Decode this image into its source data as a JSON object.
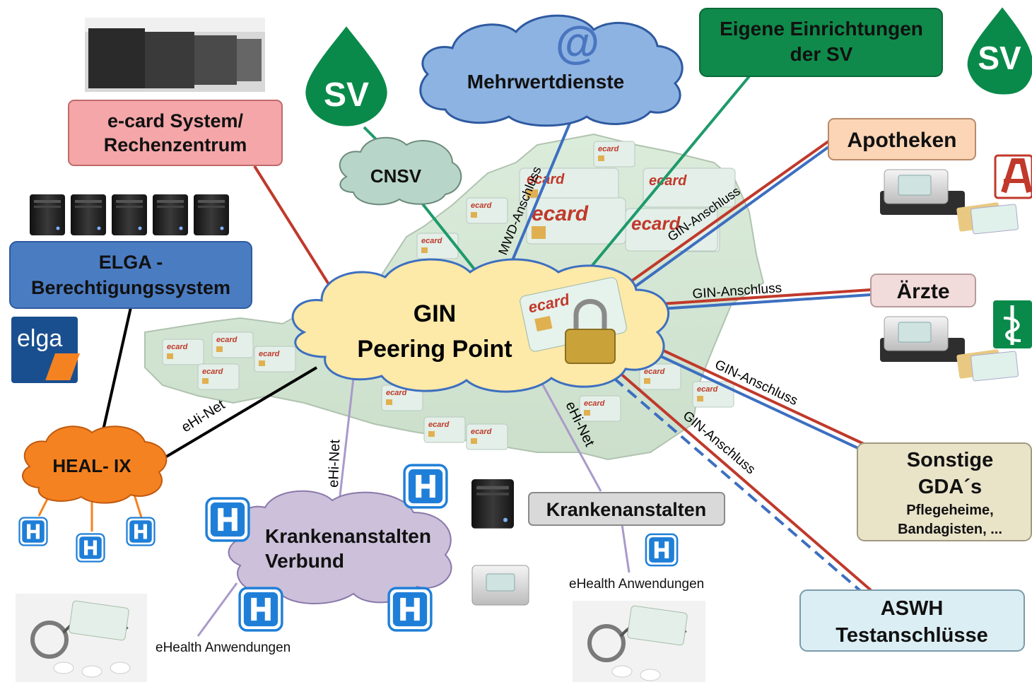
{
  "nodes": {
    "gin_peering": {
      "line1": "GIN",
      "line2": "Peering Point"
    },
    "mehrwertdienste": {
      "label": "Mehrwertdienste",
      "at_symbol": "@"
    },
    "eigene_einrichtungen": {
      "line1": "Eigene Einrichtungen",
      "line2": "der SV"
    },
    "ecard_system": {
      "line1": "e-card System/",
      "line2": "Rechenzentrum"
    },
    "cnsv": {
      "label": "CNSV"
    },
    "sv_logo": {
      "letters": "SV"
    },
    "elga_berechtigung": {
      "line1": "ELGA -",
      "line2": "Berechtigungssystem"
    },
    "elga_logo": {
      "text": "elga"
    },
    "apotheken": {
      "label": "Apotheken"
    },
    "aerzte": {
      "label": "Ärzte"
    },
    "sonstige_gda": {
      "line1": "Sonstige",
      "line2": "GDA´s",
      "line3": "Pflegeheime,",
      "line4": "Bandagisten, ..."
    },
    "aswh": {
      "line1": "ASWH",
      "line2": "Testanschlüsse"
    },
    "krankenanstalten": {
      "label": "Krankenanstalten"
    },
    "ka_verbund": {
      "line1": "Krankenanstalten",
      "line2": "Verbund"
    },
    "heal_ix": {
      "label": "HEAL- IX"
    },
    "hospital_letter": "H",
    "ecard_brand": "ecard"
  },
  "connection_labels": {
    "mwd": "MWD-Anschluss",
    "gin_1": "GIN-Anschluss",
    "gin_2": "GIN-Anschluss",
    "gin_3": "GIN-Anschluss",
    "gin_4": "GIN-Anschluss",
    "ehi_1": "eHi-Net",
    "ehi_2": "eHi-Net",
    "ehi_3": "eHi-Net"
  },
  "captions": {
    "ehealth_left": "eHealth Anwendungen",
    "ehealth_right": "eHealth Anwendungen"
  },
  "colors": {
    "gin_cloud": "#fde9a8",
    "mwd_cloud": "#8db3e2",
    "eigene_box": "#0f8a4a",
    "ecard_system_box": "#f4a6a8",
    "cnsv_cloud": "#b7d5c8",
    "elga_box": "#4a7cc2",
    "apotheken_box": "#fbd5b5",
    "aerzte_box": "#f2dcdb",
    "sonstige_box": "#e9e3c8",
    "aswh_box": "#dbeef4",
    "krankenanstalten_box": "#d9d9d9",
    "ka_verbund_cloud": "#ccc0da",
    "heal_ix_cloud": "#f58220",
    "sv_green": "#0a8a4a",
    "hospital_blue": "#1f7fd8",
    "line_red": "#c0392b",
    "line_blue": "#3d6fc0",
    "line_green": "#1e9a6a",
    "line_black": "#000000",
    "line_purple": "#a99ac9"
  }
}
